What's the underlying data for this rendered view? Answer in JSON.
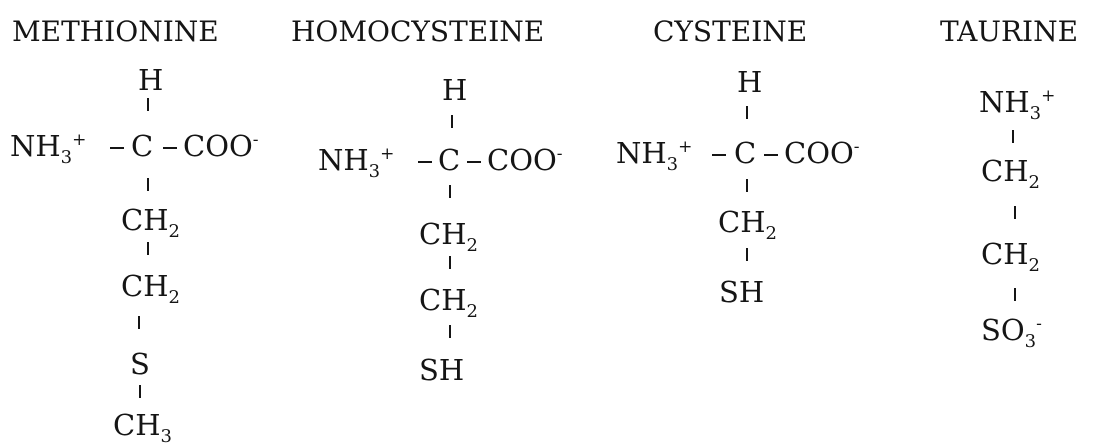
{
  "molecules": {
    "methionine": {
      "name": "METHIONINE",
      "top_h": "H",
      "amino": "NH",
      "amino_sub": "3",
      "amino_sup": "+",
      "alpha_c": "C",
      "carboxyl": "COO",
      "carboxyl_sup": "-",
      "ch2_a": "CH",
      "ch2_a_sub": "2",
      "ch2_b": "CH",
      "ch2_b_sub": "2",
      "sulfur": "S",
      "methyl": "CH",
      "methyl_sub": "3"
    },
    "homocysteine": {
      "name": "HOMOCYSTEINE",
      "top_h": "H",
      "amino": "NH",
      "amino_sub": "3",
      "amino_sup": "+",
      "alpha_c": "C",
      "carboxyl": "COO",
      "carboxyl_sup": "-",
      "ch2_a": "CH",
      "ch2_a_sub": "2",
      "ch2_b": "CH",
      "ch2_b_sub": "2",
      "thiol": "SH"
    },
    "cysteine": {
      "name": "CYSTEINE",
      "top_h": "H",
      "amino": "NH",
      "amino_sub": "3",
      "amino_sup": "+",
      "alpha_c": "C",
      "carboxyl": "COO",
      "carboxyl_sup": "-",
      "ch2_a": "CH",
      "ch2_a_sub": "2",
      "thiol": "SH"
    },
    "taurine": {
      "name": "TAURINE",
      "amino": "NH",
      "amino_sub": "3",
      "amino_sup": "+",
      "ch2_a": "CH",
      "ch2_a_sub": "2",
      "ch2_b": "CH",
      "ch2_b_sub": "2",
      "sulfonate": "SO",
      "sulfonate_sub": "3",
      "sulfonate_sup": "-"
    }
  }
}
